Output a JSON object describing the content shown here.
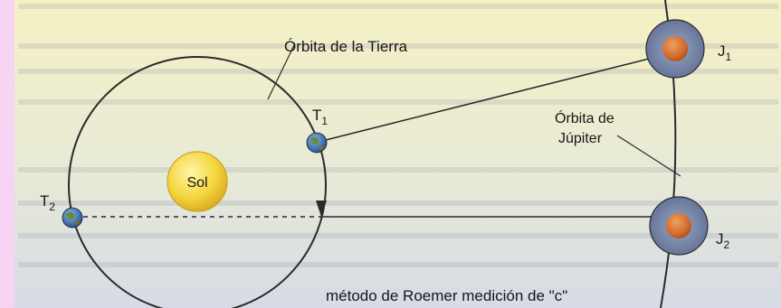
{
  "labels": {
    "earth_orbit": "Órbita de la Tierra",
    "sun": "Sol",
    "t1": "T",
    "t1_sub": "1",
    "t2": "T",
    "t2_sub": "2",
    "j1": "J",
    "j1_sub": "1",
    "j2": "J",
    "j2_sub": "2",
    "jupiter_orbit_line1": "Órbita de",
    "jupiter_orbit_line2": "Júpiter",
    "caption": "método de Roemer medición de \"c\""
  },
  "colors": {
    "page_border": "#f6d4f4",
    "panel_top": "#f4f0c2",
    "panel_bottom": "#d9dee8",
    "line": "#2a2a2a",
    "sun_fill": "#f2d23a",
    "jupiter_fill": "#d8743a",
    "jupiter_halo": "#6f7fa0"
  }
}
